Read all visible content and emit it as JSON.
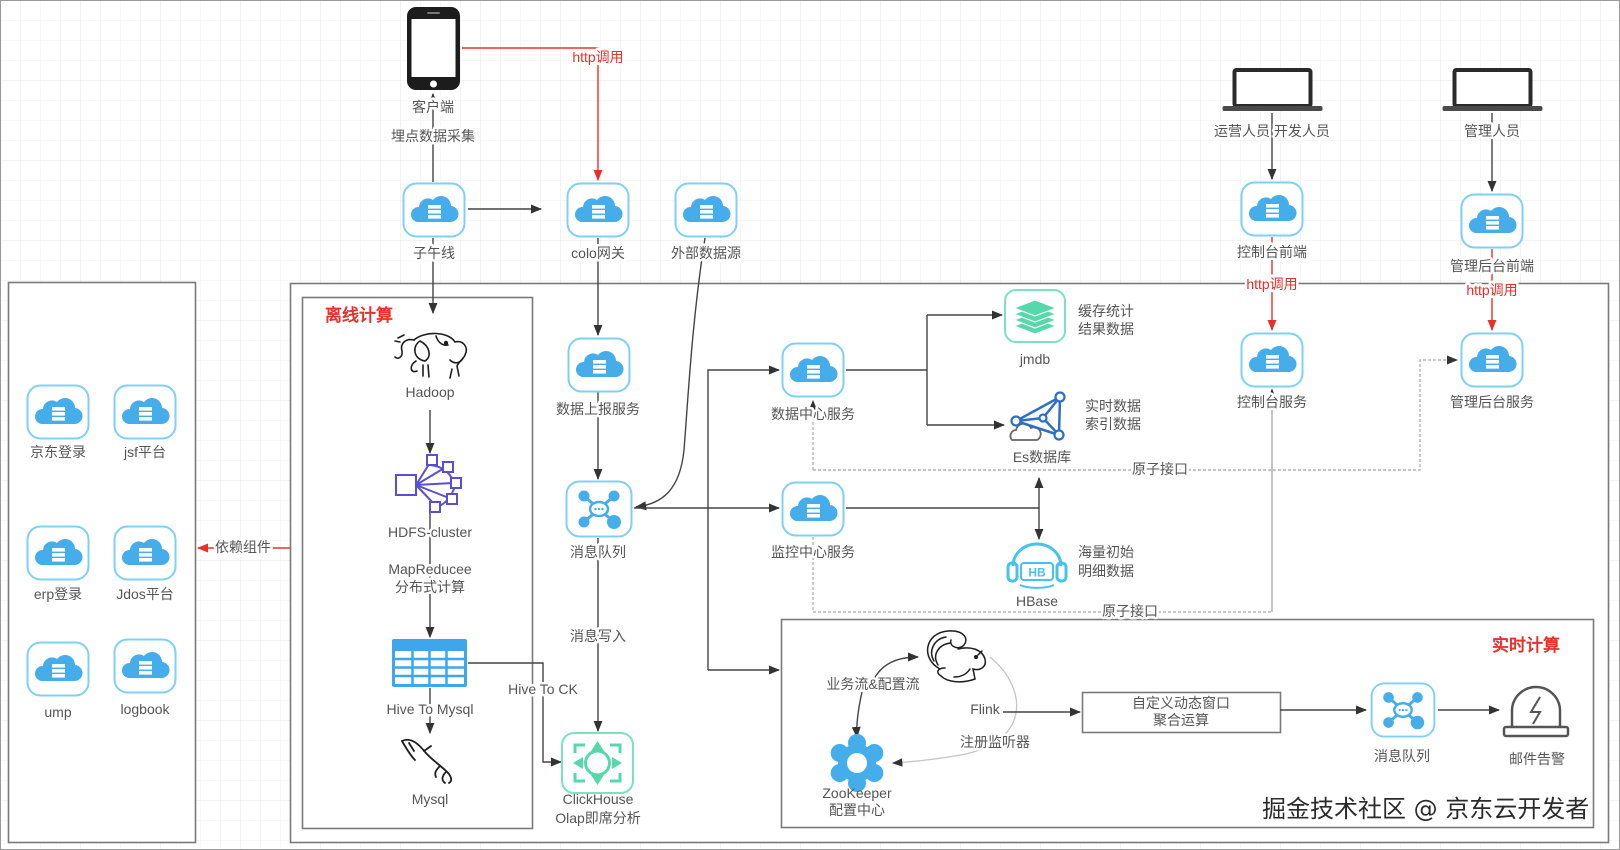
{
  "clients": {
    "mobile": {
      "label": "客户端",
      "collect_label": "埋点数据采集"
    },
    "ops_dev": {
      "label": "运营人员 开发人员"
    },
    "admin": {
      "label": "管理人员"
    }
  },
  "nodes": {
    "ziwuxian": "子午线",
    "colo_gateway": "colo网关",
    "external_source": "外部数据源",
    "console_frontend": "控制台前端",
    "admin_frontend": "管理后台前端",
    "report_service": "数据上报服务",
    "data_center": "数据中心服务",
    "monitor_center": "监控中心服务",
    "message_queue": "消息队列",
    "console_service": "控制台服务",
    "admin_service": "管理后台服务"
  },
  "edge_labels": {
    "http_call": "http调用",
    "dependency": "依赖组件",
    "message_write": "消息写入",
    "atomic_api": "原子接口",
    "hive_to_ck": "Hive To CK",
    "hive_to_mysql": "Hive To Mysql",
    "mapreduce": [
      "MapReducee",
      "分布式计算"
    ],
    "flow": "业务流&配置流",
    "register_listener": "注册监听器"
  },
  "dependencies": [
    "京东登录",
    "jsf平台",
    "erp登录",
    "Jdos平台",
    "ump",
    "logbook"
  ],
  "offline": {
    "title": "离线计算",
    "hadoop": "Hadoop",
    "hdfs": "HDFS-cluster",
    "mysql": "Mysql"
  },
  "storage": {
    "jmdb": {
      "label": "jmdb",
      "desc": [
        "缓存统计",
        "结果数据"
      ]
    },
    "es": {
      "label": "Es数据库",
      "desc": [
        "实时数据",
        "索引数据"
      ]
    },
    "hbase": {
      "label": "HBase",
      "logo_text": "HB",
      "desc": [
        "海量初始",
        "明细数据"
      ]
    },
    "clickhouse": {
      "label": [
        "ClickHouse",
        "Olap即席分析"
      ]
    }
  },
  "realtime": {
    "title": "实时计算",
    "flink": "Flink",
    "zookeeper": [
      "ZooKeeper",
      "配置中心"
    ],
    "window_box": [
      "自定义动态窗口",
      "聚合运算"
    ],
    "message_queue": "消息队列",
    "alert": "邮件告警"
  },
  "watermark": "掘金技术社区 @ 京东云开发者",
  "colors": {
    "accent_red": "#e8302a",
    "cloud_blue": "#45aeea",
    "node_border": "#7fd0f6",
    "teal": "#56d8ab",
    "hdfs_purple": "#5a4fd0",
    "es_blue": "#2e6fc4",
    "hbase_cyan": "#45c3ee"
  }
}
